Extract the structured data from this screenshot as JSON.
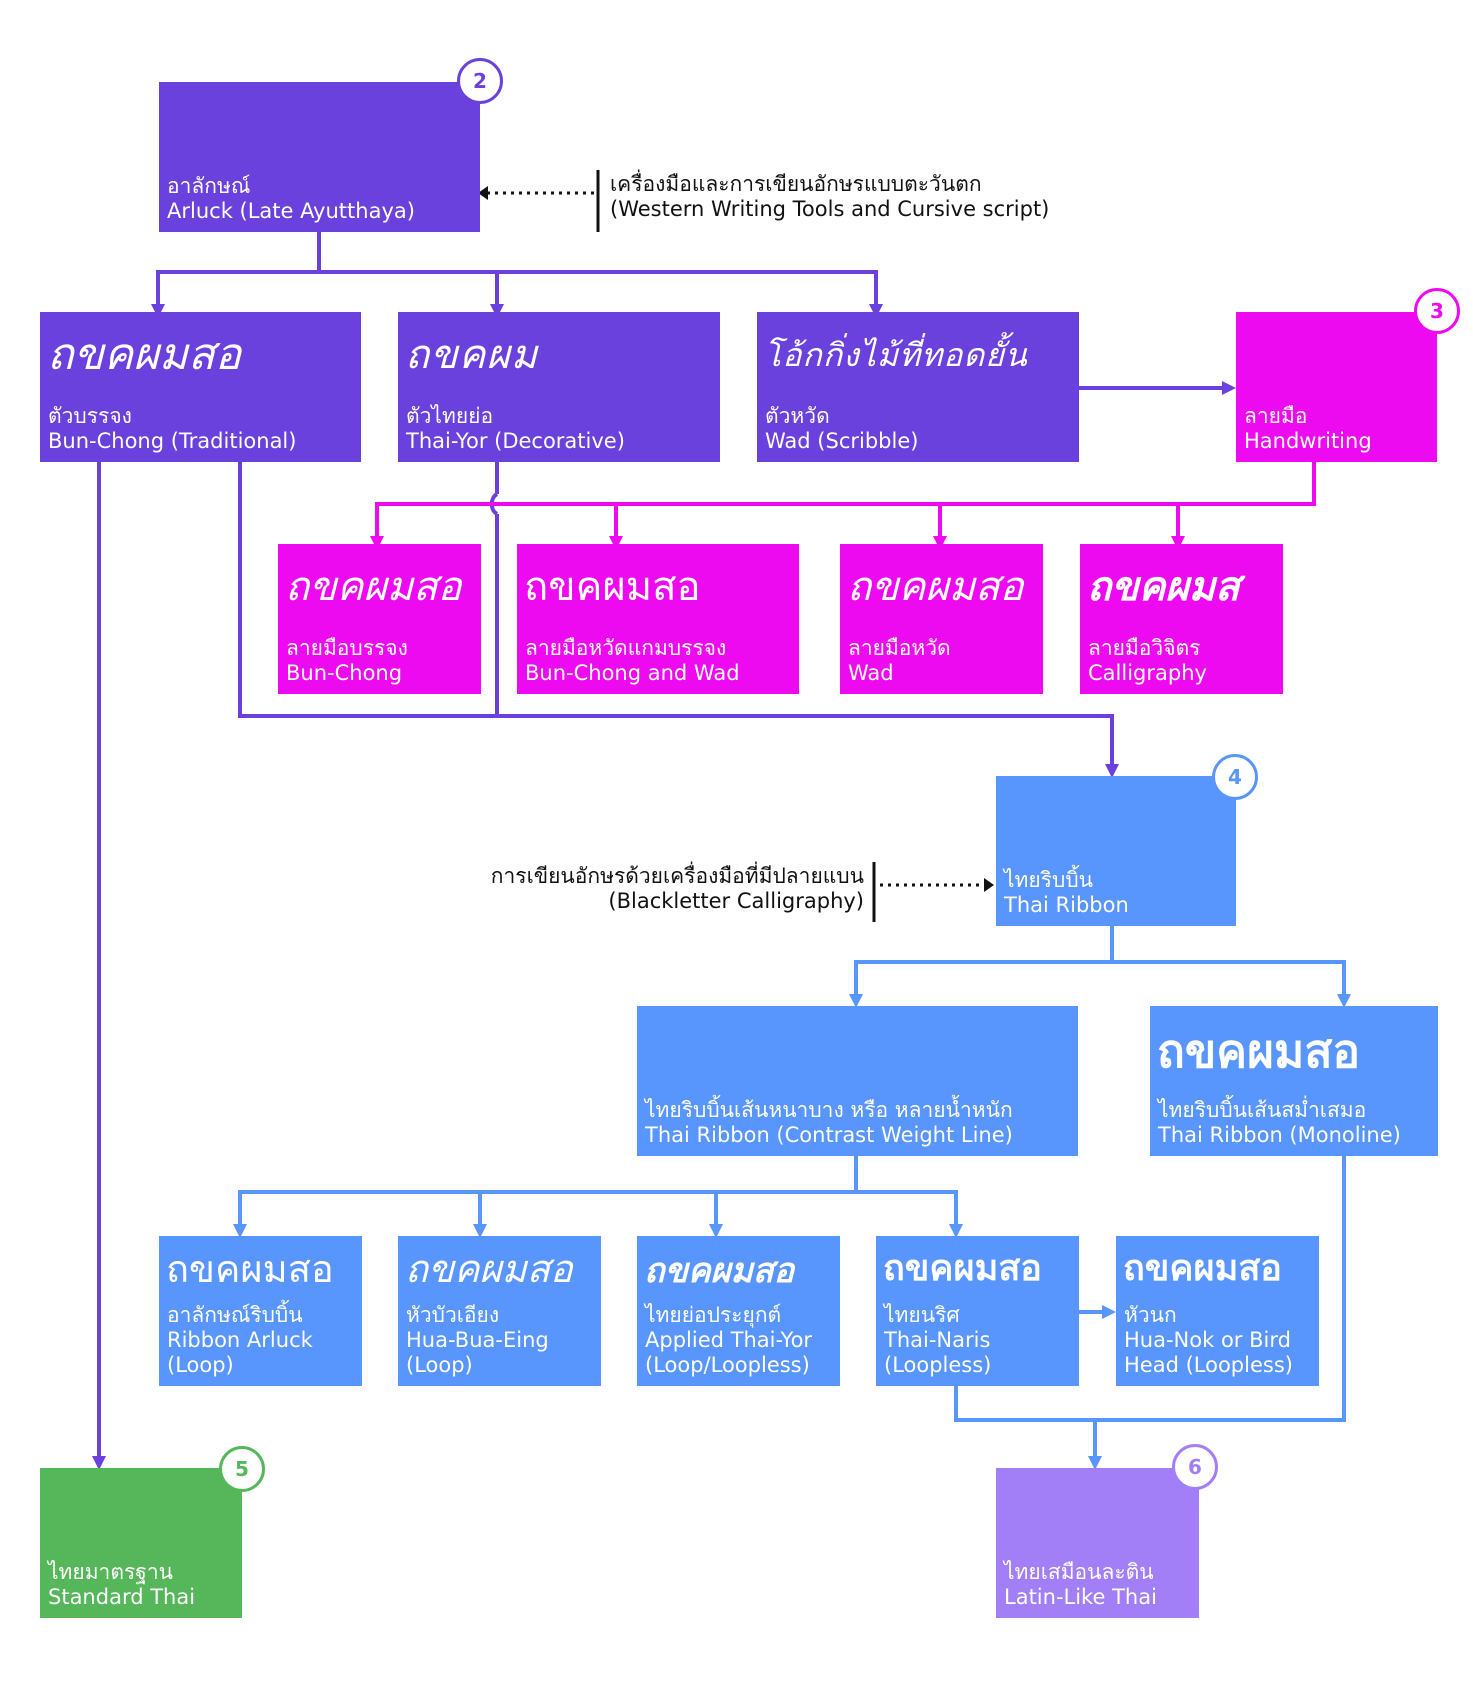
{
  "colors": {
    "purple": "#6b41dd",
    "magenta": "#ee0af0",
    "blue": "#5896fd",
    "green": "#55b75a",
    "lavender": "#a27ff7"
  },
  "badges": {
    "b2": "2",
    "b3": "3",
    "b4": "4",
    "b5": "5",
    "b6": "6"
  },
  "notes": {
    "western": {
      "thai": "เครื่องมือและการเขียนอักษรแบบตะวันตก",
      "en": "(Western Writing Tools and Cursive script)"
    },
    "blackletter": {
      "thai": "การเขียนอักษรด้วยเครื่องมือที่มีปลายแบน",
      "en": "(Blackletter Calligraphy)"
    }
  },
  "nodes": {
    "arluck": {
      "thai": "อาลักษณ์",
      "en": "Arluck (Late Ayutthaya)"
    },
    "bunchong": {
      "sample": "ถขคผมสอ",
      "thai": "ตัวบรรจง",
      "en": "Bun-Chong (Traditional)"
    },
    "thaiyor": {
      "sample": "ถขคผม",
      "thai": "ตัวไทยย่อ",
      "en": "Thai-Yor (Decorative)"
    },
    "wad": {
      "sample": "โอ้กกิ่งไม้ที่ทอดยั้น",
      "thai": "ตัวหวัด",
      "en": "Wad (Scribble)"
    },
    "handwriting": {
      "thai": "ลายมือ",
      "en": "Handwriting"
    },
    "hw_bunchong": {
      "sample": "ถขคผมสอ",
      "thai": "ลายมือบรรจง",
      "en": "Bun-Chong"
    },
    "hw_bunchong_wad": {
      "sample": "ถขคผมสอ",
      "thai": "ลายมือหวัดแกมบรรจง",
      "en": "Bun-Chong and Wad"
    },
    "hw_wad": {
      "sample": "ถขคผมสอ",
      "thai": "ลายมือหวัด",
      "en": "Wad"
    },
    "hw_calligraphy": {
      "sample": "ถขคผมส",
      "thai": "ลายมือวิจิตร",
      "en": "Calligraphy"
    },
    "thai_ribbon": {
      "thai": "ไทยริบบิ้น",
      "en": "Thai Ribbon"
    },
    "contrast": {
      "thai": "ไทยริบบิ้นเส้นหนาบาง หรือ หลายน้ำหนัก",
      "en": "Thai Ribbon (Contrast Weight Line)"
    },
    "monoline": {
      "sample": "ถขคผมสอ",
      "thai": "ไทยริบบิ้นเส้นสม่ำเสมอ",
      "en": "Thai Ribbon (Monoline)"
    },
    "ribbon_arluck": {
      "sample": "ถขคผมสอ",
      "thai": "อาลักษณ์ริบบิ้น",
      "en1": "Ribbon Arluck",
      "en2": "(Loop)"
    },
    "huabua": {
      "sample": "ถขคผมสอ",
      "thai": "หัวบัวเอียง",
      "en1": "Hua-Bua-Eing",
      "en2": "(Loop)"
    },
    "applied": {
      "sample": "ถขคผมสอ",
      "thai": "ไทยย่อประยุกต์",
      "en1": "Applied Thai-Yor",
      "en2": "(Loop/Loopless)"
    },
    "naris": {
      "sample": "ถขคผมสอ",
      "thai": "ไทยนริศ",
      "en1": "Thai-Naris",
      "en2": "(Loopless)"
    },
    "huanok": {
      "sample": "ถขคผมสอ",
      "thai": "หัวนก",
      "en1": "Hua-Nok or Bird",
      "en2": "Head (Loopless)"
    },
    "standard": {
      "thai": "ไทยมาตรฐาน",
      "en": "Standard Thai"
    },
    "latinlike": {
      "thai": "ไทยเสมือนละติน",
      "en": "Latin-Like Thai"
    }
  }
}
